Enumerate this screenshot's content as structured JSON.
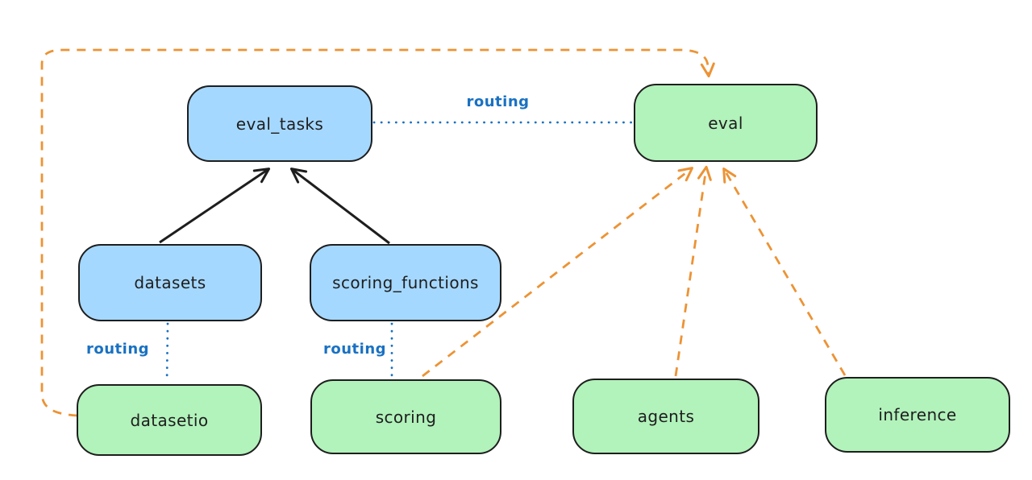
{
  "colors": {
    "node_blue": "#a5d8ff",
    "node_green": "#b2f2bb",
    "stroke": "#1e1e1e",
    "routing": "#1971c2",
    "orange": "#ec9335",
    "background": "#ffffff"
  },
  "nodes": [
    {
      "id": "eval_tasks",
      "label": "eval_tasks",
      "fill": "blue"
    },
    {
      "id": "eval",
      "label": "eval",
      "fill": "green"
    },
    {
      "id": "datasets",
      "label": "datasets",
      "fill": "blue"
    },
    {
      "id": "scoring_functions",
      "label": "scoring_functions",
      "fill": "blue"
    },
    {
      "id": "datasetio",
      "label": "datasetio",
      "fill": "green"
    },
    {
      "id": "scoring",
      "label": "scoring",
      "fill": "green"
    },
    {
      "id": "agents",
      "label": "agents",
      "fill": "green"
    },
    {
      "id": "inference",
      "label": "inference",
      "fill": "green"
    }
  ],
  "edges": [
    {
      "from": "datasets",
      "to": "eval_tasks",
      "style": "solid-arrow",
      "color": "black"
    },
    {
      "from": "scoring_functions",
      "to": "eval_tasks",
      "style": "solid-arrow",
      "color": "black"
    },
    {
      "from": "eval_tasks",
      "to": "eval",
      "style": "dotted",
      "color": "blue",
      "label": "routing"
    },
    {
      "from": "datasets",
      "to": "datasetio",
      "style": "dotted",
      "color": "blue",
      "label": "routing"
    },
    {
      "from": "scoring_functions",
      "to": "scoring",
      "style": "dotted",
      "color": "blue",
      "label": "routing"
    },
    {
      "from": "datasetio",
      "to": "eval",
      "style": "dashed-arrow",
      "color": "orange"
    },
    {
      "from": "scoring",
      "to": "eval",
      "style": "dashed-arrow",
      "color": "orange"
    },
    {
      "from": "agents",
      "to": "eval",
      "style": "dashed-arrow",
      "color": "orange"
    },
    {
      "from": "inference",
      "to": "eval",
      "style": "dashed-arrow",
      "color": "orange"
    }
  ]
}
